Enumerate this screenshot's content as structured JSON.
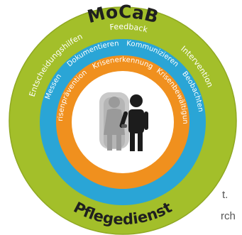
{
  "title": "MoCaB",
  "bottom_label": "Pflegedienst",
  "outer_ring_labels": {
    "left": "Entscheidungshilfen",
    "center": "Feedback",
    "right": "Intervention"
  },
  "middle_ring_labels": {
    "left": "Messen",
    "center_left": "Dokumentieren",
    "center_right": "Kommunizieren",
    "right": "Beobachten"
  },
  "inner_ring_labels": {
    "left": "Krisenprävention",
    "top": "Krisenerkennung",
    "right": "Krisenbewältigung"
  },
  "side_fragments": [
    "t.",
    "rch"
  ],
  "colors": {
    "outer_ring": "#a3bf2a",
    "middle_ring": "#2aa5d6",
    "inner_ring": "#f0901e",
    "center": "#ffffff",
    "figure_left": "#9a9a9a",
    "figure_right": "#1c1c1c",
    "text_dark": "#1f1f1f",
    "text_light": "#ffffff"
  }
}
